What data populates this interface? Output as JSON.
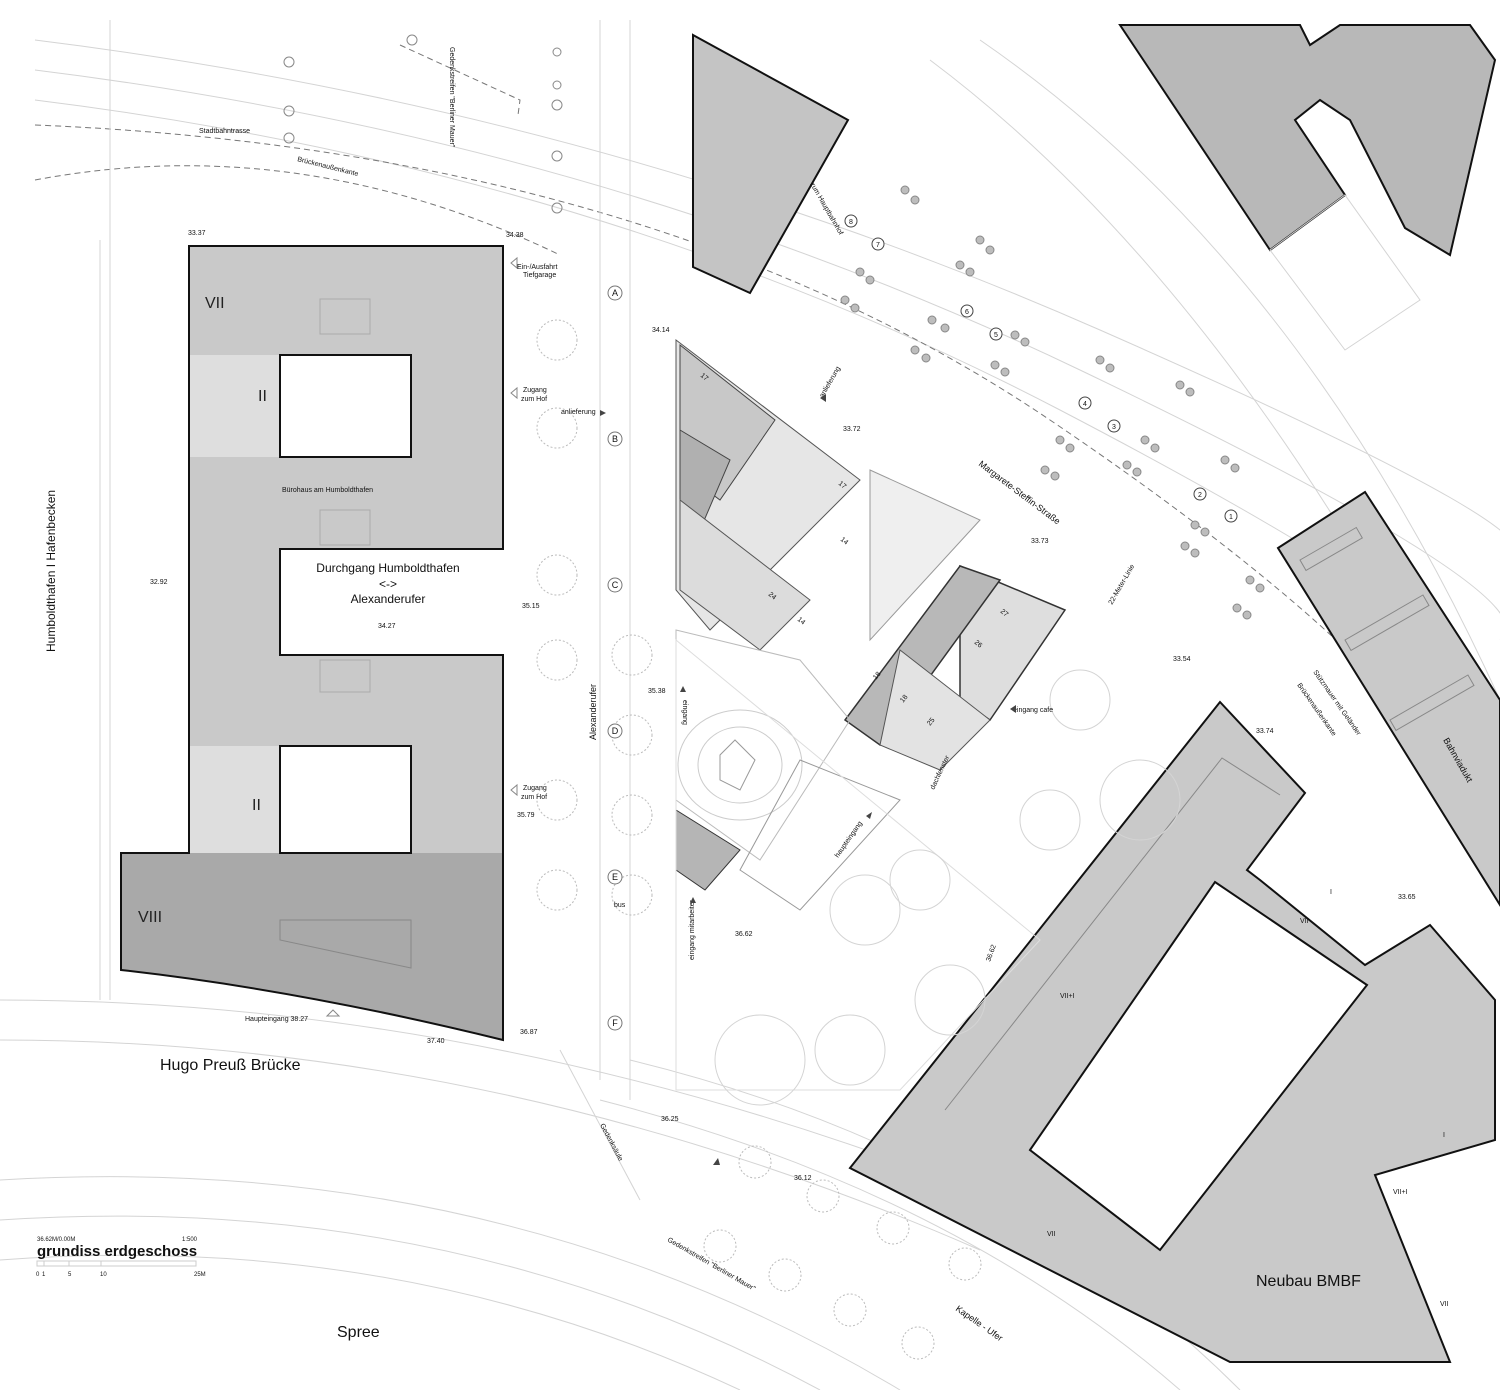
{
  "title": {
    "level": "36.62M/0.00M",
    "scale": "1:500",
    "name": "grundiss erdgeschoss",
    "scalebar": [
      "0",
      "1",
      "5",
      "10",
      "25M"
    ]
  },
  "places": {
    "hafen": "Humboldthafen I Hafenbecken",
    "bridge": "Hugo Preuß Brücke",
    "river": "Spree",
    "neubau": "Neubau  BMBF",
    "street1": "Margarete-Steffin-Straße",
    "street2": "Alexanderufer",
    "kapelle": "Kapelle - Ufer",
    "viaduct": "Bahnviadukt"
  },
  "annotations": {
    "stadtbahn": "Stadtbahntrasse",
    "brueckenkante_top": "Brückenaußenkante",
    "gedenkstreifen_top": "Gedenkstreifen  \"Berliner  Mauer\"",
    "einfahrt1": "Ein-/Ausfahrt",
    "einfahrt2": "Tiefgarage",
    "zugang1a": "Zugang",
    "zugang1b": "zum Hof",
    "zugang2a": "Zugang",
    "zugang2b": "zum Hof",
    "buerohaus": "Bürohaus  am  Humboldthafen",
    "durchgang1": "Durchgang Humboldthafen",
    "durchgang2": "<->",
    "durchgang3": "Alexanderufer",
    "haupteingang_left": "Haupteingang  38.27",
    "hauptbahnhof": "zum  Hauptbahnhof",
    "anlieferung1": "anlieferung",
    "anlieferung2": "anlieferung",
    "eingang": "eingang",
    "eingang_cafe": "eingang cafe",
    "haupteingang": "haupteingang",
    "dachfenster": "dachfenster",
    "eingang_mitarbeiter": "eingang mitarbeiter",
    "meter_linie": "22-Meter-Linie",
    "stuetzmauer": "Stützmauer mit Geländer",
    "brueckenkante_right": "Brückenaußenkante",
    "gedenksaeule": "Gedenksäule",
    "gedenkstreifen_bottom": "Gedenkstreifen \"Berliner Mauer\"",
    "bus": "bus"
  },
  "storeys": {
    "vii": "VII",
    "ii_a": "II",
    "ii_b": "II",
    "viii": "VIII",
    "bmbf_i1": "I",
    "bmbf_vii1": "VII",
    "bmbf_vii_i1": "VII+I",
    "bmbf_i2": "I",
    "bmbf_vii_i2": "VII+I",
    "bmbf_vii2": "VII",
    "bmbf_vii3": "VII"
  },
  "grid_axes": [
    "A",
    "B",
    "C",
    "D",
    "E",
    "F"
  ],
  "tree_numbers": [
    "1",
    "2",
    "3",
    "4",
    "5",
    "6",
    "7",
    "8"
  ],
  "room_numbers": [
    "17",
    "17",
    "14",
    "14",
    "24",
    "27",
    "26",
    "18",
    "18",
    "25"
  ],
  "elevations": [
    "33.37",
    "34.38",
    "34.14",
    "33.72",
    "33.73",
    "33.54",
    "33.74",
    "33.65",
    "32.92",
    "35.15",
    "34.27",
    "35.38",
    "35.79",
    "36.62",
    "36.62",
    "36.87",
    "37.40",
    "36.25",
    "36.12"
  ],
  "colors": {
    "building": "#c9c9c9",
    "building_light": "#dedede",
    "building_dark": "#a9a9a9",
    "line": "#111111"
  }
}
